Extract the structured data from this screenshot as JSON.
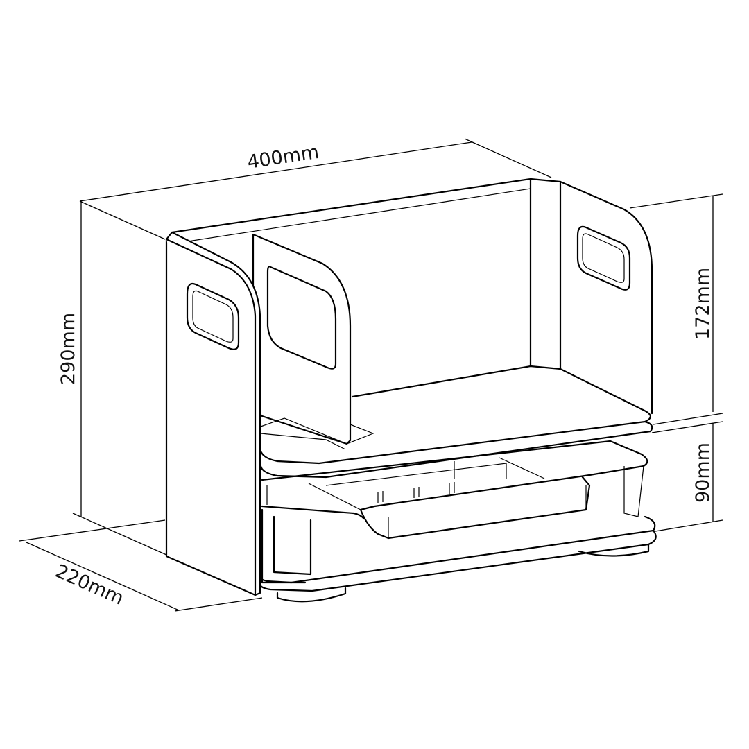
{
  "dimensions": {
    "width": "400mm",
    "height": "290mm",
    "depth": "220mm",
    "upper_height": "172mm",
    "lower_height": "90mm"
  },
  "colors": {
    "line": "#000000",
    "background": "#ffffff"
  }
}
